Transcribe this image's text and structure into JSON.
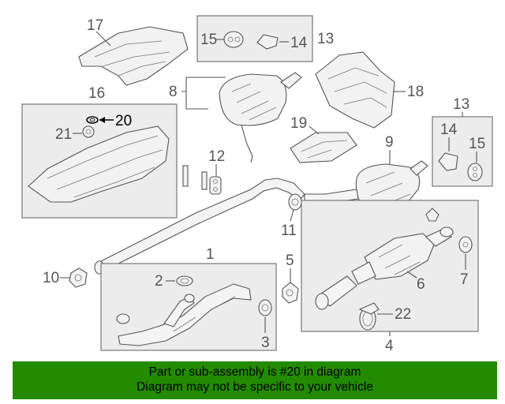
{
  "callouts": {
    "c1": "1",
    "c2": "2",
    "c3": "3",
    "c4": "4",
    "c5": "5",
    "c6": "6",
    "c7": "7",
    "c8": "8",
    "c9": "9",
    "c10": "10",
    "c11": "11",
    "c12": "12",
    "c13a": "13",
    "c13b": "13",
    "c14a": "14",
    "c14b": "14",
    "c15a": "15",
    "c15b": "15",
    "c16": "16",
    "c17": "17",
    "c18": "18",
    "c19": "19",
    "c20": "20",
    "c21": "21",
    "c22": "22"
  },
  "banner": {
    "line1": "Part or sub-assembly is #20 in diagram",
    "line2": "Diagram may not be specific to your vehicle"
  },
  "colors": {
    "banner_bg": "#228b00",
    "highlight_text": "#000000",
    "callout_text": "#555555"
  }
}
